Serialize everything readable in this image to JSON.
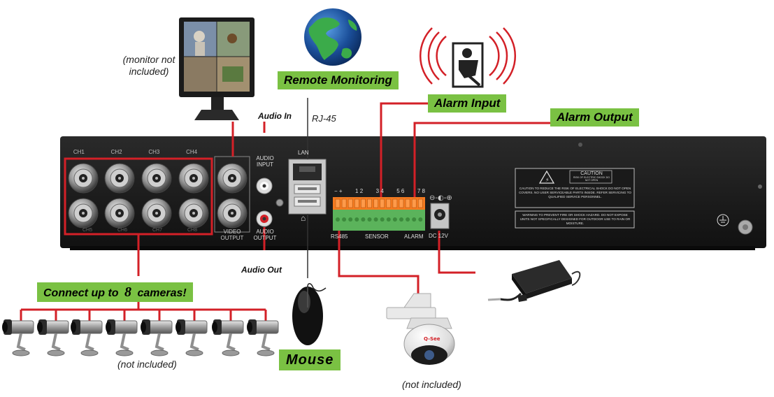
{
  "labels": {
    "remote_monitoring": "Remote Monitoring",
    "alarm_input": "Alarm Input",
    "alarm_output": "Alarm Output",
    "connect_cameras_prefix": "Connect up to",
    "connect_cameras_count": "8",
    "connect_cameras_suffix": "cameras!",
    "mouse": "Mouse",
    "audio_in": "Audio In",
    "audio_out": "Audio Out",
    "rj45": "RJ-45",
    "monitor_note_line1": "(monitor not",
    "monitor_note_line2": "included)",
    "cameras_note": "(not included)",
    "ptz_note": "(not included)"
  },
  "panel": {
    "ch_top": [
      "CH1",
      "CH2",
      "CH3",
      "CH4"
    ],
    "ch_bottom": [
      "CH5",
      "CH6",
      "CH7",
      "CH8"
    ],
    "video_output": "VIDEO",
    "video_output2": "OUTPUT",
    "audio_input": "AUDIO",
    "audio_input2": "INPUT",
    "audio_output": "AUDIO",
    "audio_output2": "OUTPUT",
    "lan": "LAN",
    "rs485": "RS485",
    "sensor": "SENSOR",
    "alarm": "ALARM",
    "dc": "DC 12V",
    "sensor_numbers": [
      "− +",
      "1 2",
      "3 4",
      "5 6",
      "7 8"
    ],
    "caution_title": "CAUTION",
    "caution_sub": "RISK OF ELECTRIC SHOCK DO NOT OPEN",
    "caution_text": "CAUTION  TO REDUCE THE RISK OF ELECTRICAL SHOCK DO NOT OPEN COVERS. NO USER SERVICEABLE PARTS INSIDE. REFER SERVICING TO QUALIFIED SERVICE PERSONNEL.",
    "warning_text": "WARNING  TO PREVENT FIRE OR SHOCK HAZARD. DO NOT EXPOSE UNITS NOT SPECIFICALLY DESIGNED FOR OUTDOOR USE TO RAIN OR MOISTURE."
  },
  "colors": {
    "tag_green": "#7ac143",
    "wire_red": "#d32027",
    "panel_dark": "#1c1c1c",
    "terminal_orange": "#f47a20",
    "terminal_green": "#5bb35b"
  }
}
